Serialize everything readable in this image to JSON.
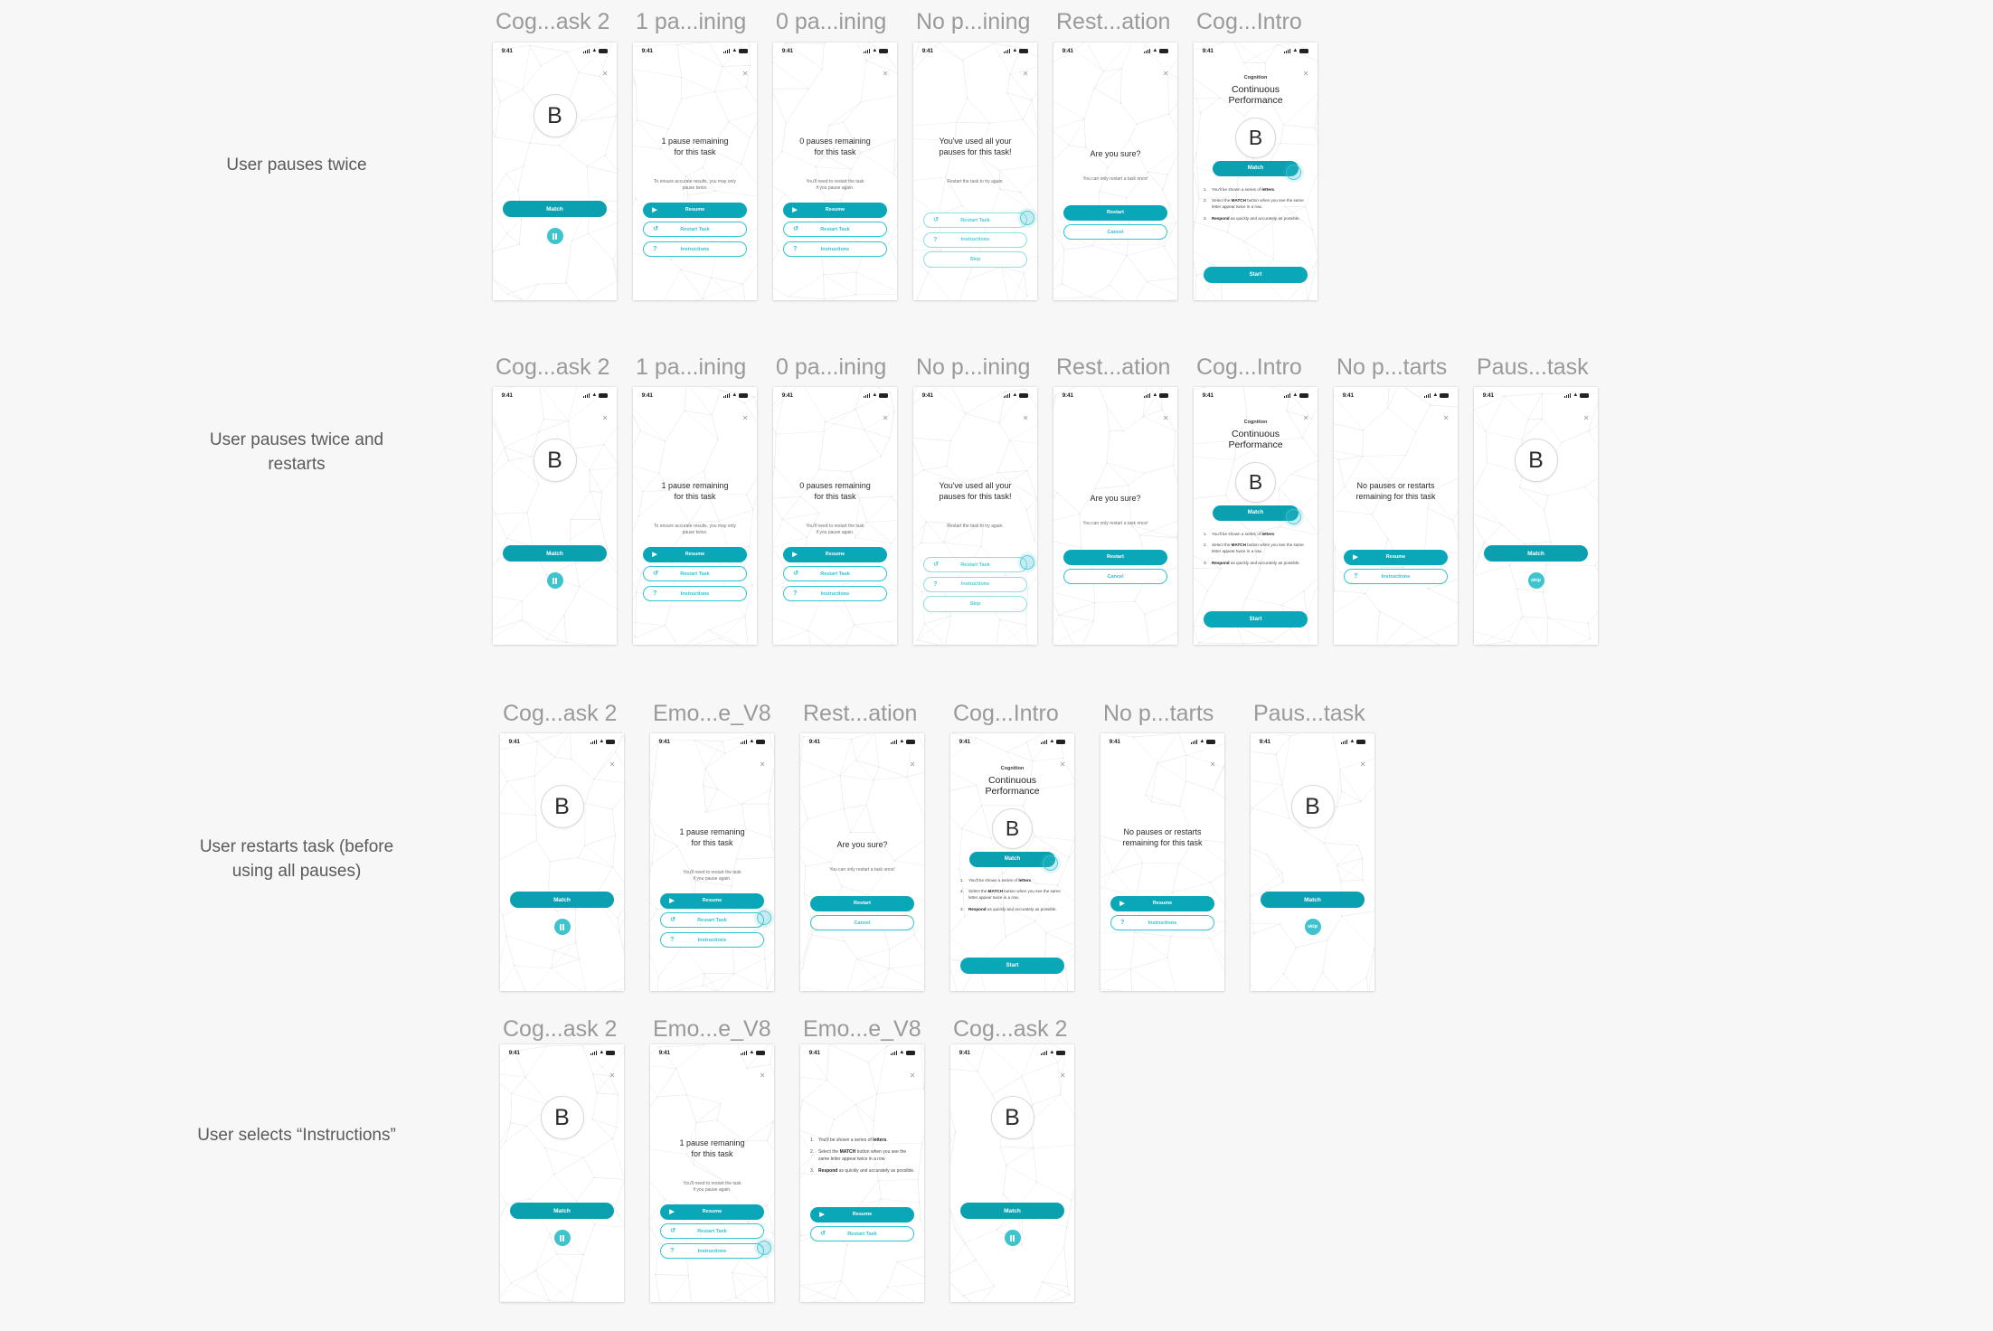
{
  "canvas": {
    "bg": "#f7f7f7",
    "accent": "#0aa7b8",
    "accent_light": "#3ec4cf",
    "outline": "#2ec4d3"
  },
  "common": {
    "status_time": "9:41",
    "close_label": "✕",
    "letter": "B",
    "match_label": "Match",
    "resume_label": "Resume",
    "restart_task_label": "Restart Task",
    "instructions_label": "Instructions",
    "skip_label": "Skip",
    "skip_small_label": "skip",
    "restart_label": "Restart",
    "cancel_label": "Cancel",
    "start_label": "Start",
    "play_icon": "▶",
    "refresh_icon": "↺",
    "question_icon": "?"
  },
  "intro": {
    "eyebrow": "Cognition",
    "title_line1": "Continuous",
    "title_line2": "Performance",
    "steps": [
      {
        "num": "1.",
        "pre": "You'll be shown a series of ",
        "bold": "letters",
        "post": "."
      },
      {
        "num": "2.",
        "pre": "Select the ",
        "bold": "MATCH",
        "post": " button when you see the same letter appear twice in a row."
      },
      {
        "num": "3.",
        "pre": "",
        "bold": "Respond",
        "post": " as quickly and accurately as possible."
      }
    ]
  },
  "screens": {
    "one_pause": {
      "headline_l1": "1 pause remaining",
      "headline_l2": "for this task",
      "sub_l1": "To ensure accurate results, you may only",
      "sub_l2": "pause twice."
    },
    "one_pause_alt": {
      "headline_l1": "1 pause remaning",
      "headline_l2": "for this task",
      "sub_l1": "You'll need to restart the task",
      "sub_l2": "if you pause again."
    },
    "zero_pauses": {
      "headline_l1": "0 pauses remaining",
      "headline_l2": "for this task",
      "sub_l1": "You'll need to restart the task",
      "sub_l2": "if you pause again."
    },
    "no_pauses_left": {
      "headline_l1": "You've used all your",
      "headline_l2": "pauses for this task!",
      "sub_l1": "Restart the task to try again.",
      "sub_l2": ""
    },
    "restart_confirm": {
      "headline_l1": "Are you sure?",
      "headline_l2": "",
      "sub_l1": "You can only restart a task once!",
      "sub_l2": ""
    },
    "no_pauses_or_restarts": {
      "headline_l1": "No pauses or restarts",
      "headline_l2": "remaining for this task",
      "sub_l1": "",
      "sub_l2": ""
    }
  },
  "rows": [
    {
      "label": "User pauses twice",
      "frames": [
        {
          "title": "Cog...ask 2",
          "kind": "task",
          "variant": "pause"
        },
        {
          "title": "1 pa...ining",
          "kind": "dialog",
          "screen": "one_pause",
          "buttons": [
            "resume",
            "restart",
            "instructions"
          ]
        },
        {
          "title": "0 pa...ining",
          "kind": "dialog",
          "screen": "zero_pauses",
          "buttons": [
            "resume",
            "restart",
            "instructions"
          ]
        },
        {
          "title": "No p...ining",
          "kind": "dialog",
          "screen": "no_pauses_left",
          "buttons": [
            "restart_pale",
            "instructions_pale",
            "skip_pale"
          ],
          "tap": 0
        },
        {
          "title": "Rest...ation",
          "kind": "confirm",
          "screen": "restart_confirm"
        },
        {
          "title": "Cog...Intro",
          "kind": "intro",
          "tap_match": true
        }
      ]
    },
    {
      "label": "User pauses twice and restarts",
      "frames": [
        {
          "title": "Cog...ask 2",
          "kind": "task",
          "variant": "pause"
        },
        {
          "title": "1 pa...ining",
          "kind": "dialog",
          "screen": "one_pause",
          "buttons": [
            "resume",
            "restart",
            "instructions"
          ]
        },
        {
          "title": "0 pa...ining",
          "kind": "dialog",
          "screen": "zero_pauses",
          "buttons": [
            "resume",
            "restart",
            "instructions"
          ]
        },
        {
          "title": "No p...ining",
          "kind": "dialog",
          "screen": "no_pauses_left",
          "buttons": [
            "restart_pale",
            "instructions_pale",
            "skip_pale"
          ],
          "tap": 0
        },
        {
          "title": "Rest...ation",
          "kind": "confirm",
          "screen": "restart_confirm"
        },
        {
          "title": "Cog...Intro",
          "kind": "intro",
          "tap_match": true
        },
        {
          "title": "No p...tarts",
          "kind": "dialog",
          "screen": "no_pauses_or_restarts",
          "buttons": [
            "resume",
            "instructions"
          ]
        },
        {
          "title": "Paus...task",
          "kind": "task",
          "variant": "skip"
        }
      ]
    },
    {
      "label": "User restarts task (before using all pauses)",
      "frames": [
        {
          "title": "Cog...ask 2",
          "kind": "task",
          "variant": "pause"
        },
        {
          "title": "Emo...e_V8",
          "kind": "dialog",
          "screen": "one_pause_alt",
          "buttons": [
            "resume",
            "restart",
            "instructions"
          ],
          "tap": 1
        },
        {
          "title": "Rest...ation",
          "kind": "confirm",
          "screen": "restart_confirm"
        },
        {
          "title": "Cog...Intro",
          "kind": "intro",
          "tap_match": true
        },
        {
          "title": "No p...tarts",
          "kind": "dialog",
          "screen": "no_pauses_or_restarts",
          "buttons": [
            "resume",
            "instructions"
          ]
        },
        {
          "title": "Paus...task",
          "kind": "task",
          "variant": "skip"
        }
      ]
    },
    {
      "label": "User selects “Instructions”",
      "frames": [
        {
          "title": "Cog...ask 2",
          "kind": "task",
          "variant": "pause"
        },
        {
          "title": "Emo...e_V8",
          "kind": "dialog",
          "screen": "one_pause_alt",
          "buttons": [
            "resume",
            "restart",
            "instructions"
          ],
          "tap": 2
        },
        {
          "title": "Emo...e_V8",
          "kind": "instructions",
          "buttons": [
            "resume",
            "restart"
          ]
        },
        {
          "title": "Cog...ask 2",
          "kind": "task",
          "variant": "pause"
        }
      ]
    }
  ]
}
